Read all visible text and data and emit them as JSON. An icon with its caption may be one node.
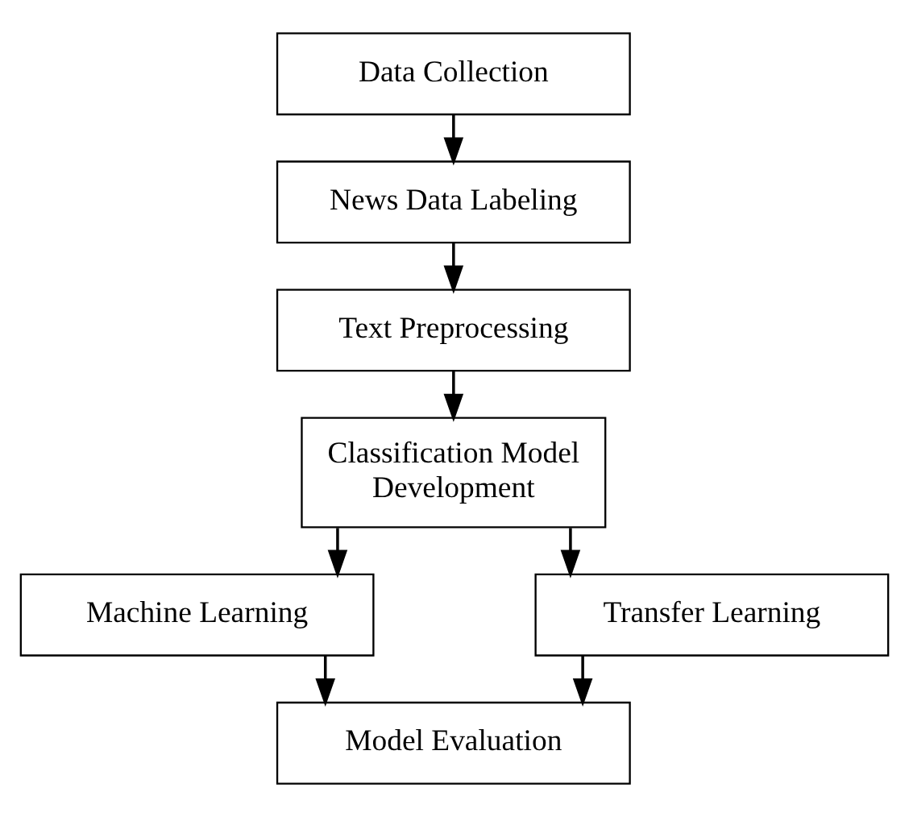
{
  "diagram": {
    "nodes": [
      {
        "text": [
          "Data Collection"
        ]
      },
      {
        "text": [
          "News Data Labeling"
        ]
      },
      {
        "text": [
          "Text Preprocessing"
        ]
      },
      {
        "text": [
          "Classification Model Development"
        ]
      },
      {
        "text": [
          "Machine Learning"
        ]
      },
      {
        "text": [
          "Transfer Learning"
        ]
      },
      {
        "text": [
          "Model Evaluation"
        ]
      }
    ],
    "edges": [
      {
        "from": 0,
        "to": 1,
        "arrow": "to"
      },
      {
        "from": 1,
        "to": 2,
        "arrow": "to"
      },
      {
        "from": 2,
        "to": 3,
        "arrow": "to"
      },
      {
        "from": 3,
        "to": 4,
        "arrow": "to"
      },
      {
        "from": 3,
        "to": 5,
        "arrow": "to"
      },
      {
        "from": 4,
        "to": 6,
        "arrow": "to"
      },
      {
        "from": 5,
        "to": 6,
        "arrow": "to"
      }
    ]
  }
}
